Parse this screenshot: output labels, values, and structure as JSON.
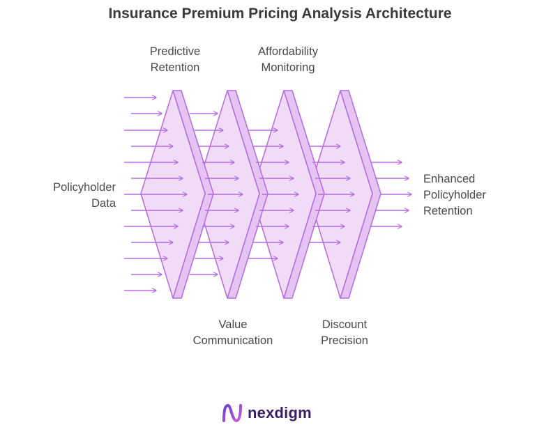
{
  "title": "Insurance Premium Pricing Analysis Architecture",
  "labels": {
    "input": [
      "Policyholder",
      "Data"
    ],
    "output": [
      "Enhanced",
      "Policyholder",
      "Retention"
    ],
    "stage1": [
      "Predictive",
      "Retention"
    ],
    "stage2": [
      "Value",
      "Communication"
    ],
    "stage3": [
      "Affordability",
      "Monitoring"
    ],
    "stage4": [
      "Discount",
      "Precision"
    ]
  },
  "logo": {
    "text": "nexdigm"
  },
  "colors": {
    "accent": "#b66ae0",
    "fill": "#f1dcf8",
    "side": "#e5c3f3",
    "logo": "#3a1f66"
  },
  "icons": [
    "arrow-icon",
    "filter-stage-icon",
    "nexdigm-logo-icon"
  ]
}
